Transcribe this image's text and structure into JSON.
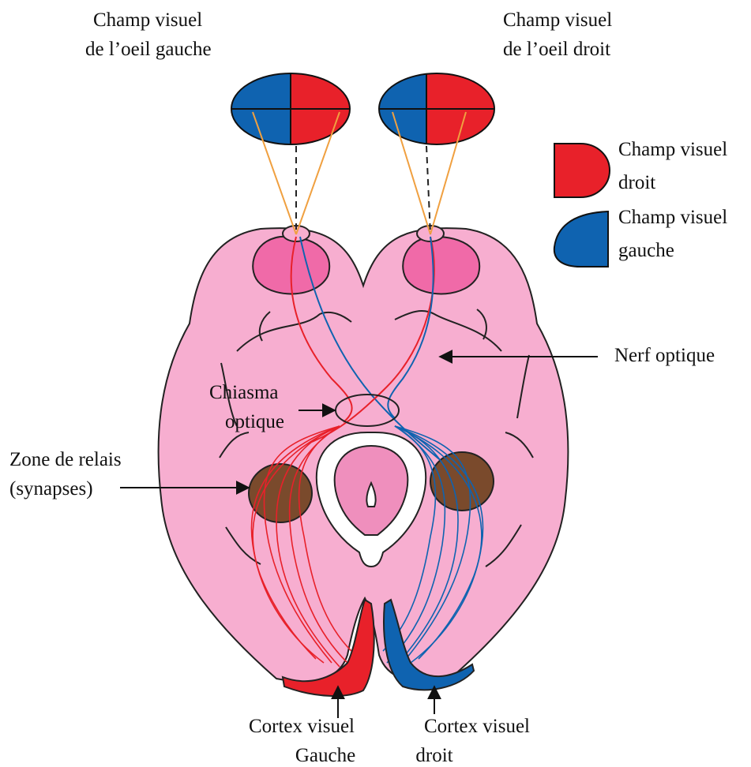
{
  "labels": {
    "left_eye_field": [
      "Champ visuel",
      "de l’oeil gauche"
    ],
    "right_eye_field": [
      "Champ visuel",
      "de l’oeil droit"
    ],
    "optic_nerve": "Nerf optique",
    "chiasm": [
      "Chiasma",
      "optique"
    ],
    "relay_zone": [
      "Zone de relais",
      "(synapses)"
    ],
    "left_cortex": [
      "Cortex visuel",
      "Gauche"
    ],
    "right_cortex": [
      "Cortex visuel",
      "droit"
    ]
  },
  "legend": [
    {
      "label": [
        "Champ visuel",
        "droit"
      ],
      "color": "#e8212a",
      "icon": "red-half-disc-icon"
    },
    {
      "label": [
        "Champ visuel",
        "gauche"
      ],
      "color": "#0f63b0",
      "icon": "blue-half-disc-icon"
    }
  ],
  "colors": {
    "brain": "#f7aed0",
    "eye": "#f06aa8",
    "lgn": "#7a4a2c",
    "right_field": "#e8212a",
    "left_field": "#0f63b0",
    "sight_line": "#f0a040",
    "midbrain": "#ef8fbd"
  }
}
